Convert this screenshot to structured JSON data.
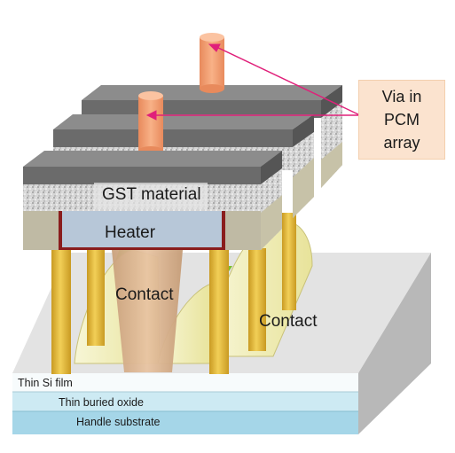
{
  "labels": {
    "gst_material": "GST material",
    "heater": "Heater",
    "contact_left": "Contact",
    "contact_right": "Contact",
    "thin_si_film": "Thin Si film",
    "thin_buried_oxide": "Thin buried oxide",
    "handle_substrate": "Handle substrate"
  },
  "callout": {
    "text": "Via in\nPCM\narray",
    "line_color": "#e0207a"
  },
  "colors": {
    "via": "#f4a071",
    "beam_top": "#6b6b6b",
    "gst": "#cfcfcf",
    "heater": "#b7c7d8",
    "contact": "#e5bf3c",
    "green_rail": "#7dbf2a",
    "substrate_top": "#e3e3e3",
    "oxide": "#bfe3ee",
    "handle": "#9fd3e6"
  }
}
